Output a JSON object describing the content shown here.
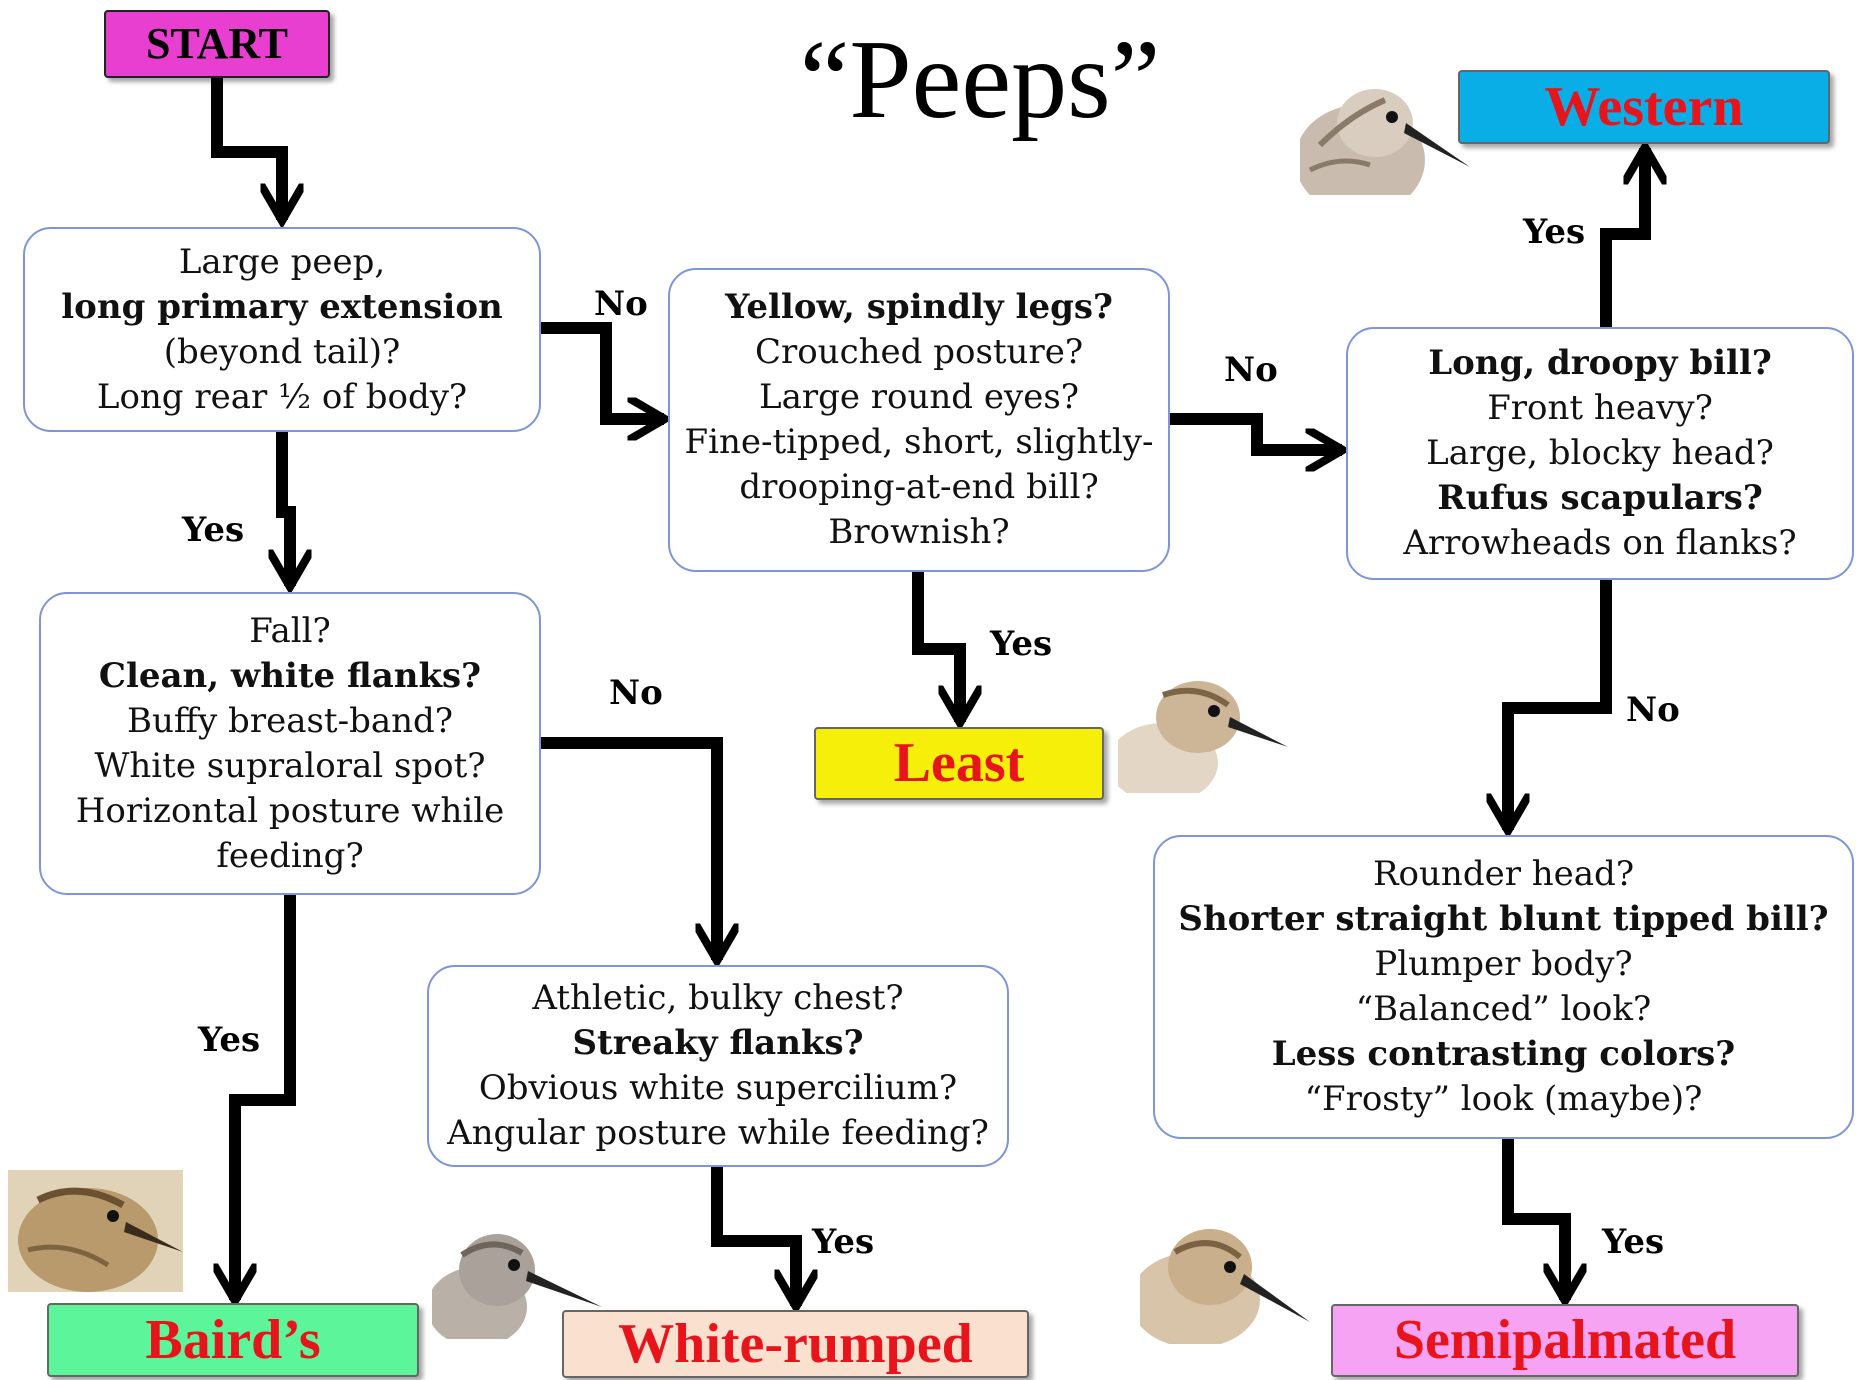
{
  "title": "“Peeps”",
  "start_label": "START",
  "questions": {
    "q_large_peep": [
      "Large peep,",
      "long primary extension",
      "(beyond tail)?",
      "Long rear ½ of body?"
    ],
    "q_yellow_legs": [
      "Yellow, spindly legs?",
      "Crouched posture?",
      "Large round eyes?",
      "Fine-tipped, short, slightly-",
      "drooping-at-end bill?",
      "Brownish?"
    ],
    "q_droopy_bill": [
      "Long, droopy bill?",
      "Front heavy?",
      "Large, blocky head?",
      "Rufus scapulars?",
      "Arrowheads on flanks?"
    ],
    "q_fall": [
      "Fall?",
      "Clean, white flanks?",
      "Buffy breast-band?",
      "White supraloral spot?",
      "Horizontal posture while",
      "feeding?"
    ],
    "q_athletic": [
      "Athletic, bulky chest?",
      "Streaky flanks?",
      "Obvious white supercilium?",
      "Angular posture while feeding?"
    ],
    "q_rounder_head": [
      "Rounder head?",
      "Shorter straight blunt tipped bill?",
      "Plumper body?",
      "“Balanced” look?",
      "Less contrasting colors?",
      "“Frosty” look (maybe)?"
    ]
  },
  "answers": {
    "western": "Western",
    "least": "Least",
    "bairds": "Baird’s",
    "white_rumped": "White-rumped",
    "semipalmated": "Semipalmated"
  },
  "edge_labels": {
    "large_peep_no": "No",
    "large_peep_yes": "Yes",
    "yellow_legs_no": "No",
    "yellow_legs_yes": "Yes",
    "droopy_bill_yes": "Yes",
    "droopy_bill_no": "No",
    "fall_no": "No",
    "fall_yes": "Yes",
    "athletic_yes": "Yes",
    "rounder_head_yes": "Yes"
  },
  "colors": {
    "start": "#e83fd0",
    "western": "#0aaee6",
    "least": "#f5ef0a",
    "bairds": "#5cf59a",
    "white_rumped": "#fae0cf",
    "semipalmated": "#f5a3f2",
    "answer_text": "#e8141b",
    "box_border": "#7f95d6"
  },
  "birds": [
    "western-peep-photo",
    "least-peep-photo",
    "bairds-peep-photo",
    "white-rumped-peep-photo",
    "semipalmated-peep-photo"
  ]
}
